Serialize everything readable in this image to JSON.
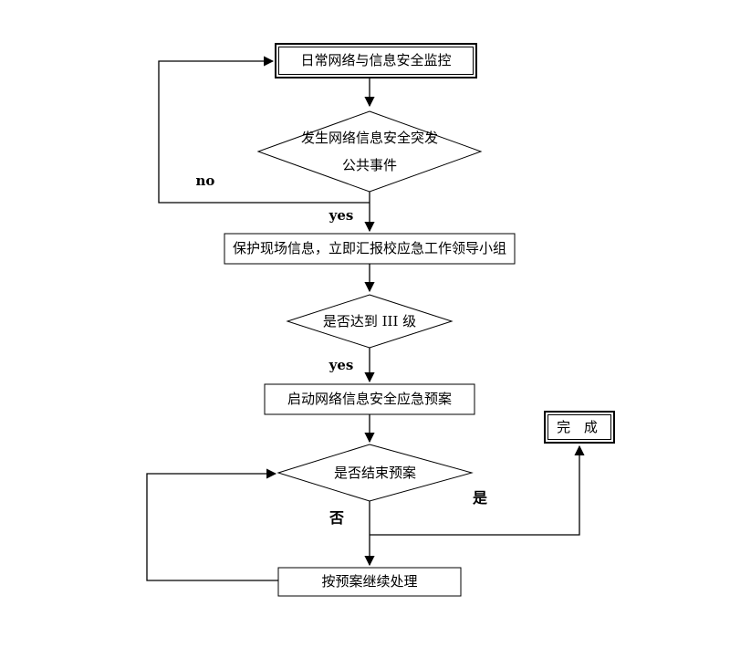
{
  "diagram": {
    "type": "flowchart",
    "colors": {
      "background": "#ffffff",
      "line": "#000000",
      "text": "#000000"
    },
    "nodes": {
      "monitor": {
        "shape": "double-rect",
        "label": "日常网络与信息安全监控"
      },
      "incident": {
        "shape": "diamond",
        "line1": "发生网络信息安全突发",
        "line2": "公共事件"
      },
      "report": {
        "shape": "rect",
        "label": "保护现场信息，立即汇报校应急工作领导小组"
      },
      "level": {
        "shape": "diamond",
        "label": "是否达到 III 级"
      },
      "launch": {
        "shape": "rect",
        "label": "启动网络信息安全应急预案"
      },
      "end_check": {
        "shape": "diamond",
        "label": "是否结束预案"
      },
      "done": {
        "shape": "double-rect",
        "label": "完 成"
      },
      "continue": {
        "shape": "rect",
        "label": "按预案继续处理"
      }
    },
    "edge_labels": {
      "no_en": "no",
      "yes_en_1": "yes",
      "yes_en_2": "yes",
      "yes_cn": "是",
      "no_cn": "否"
    }
  }
}
